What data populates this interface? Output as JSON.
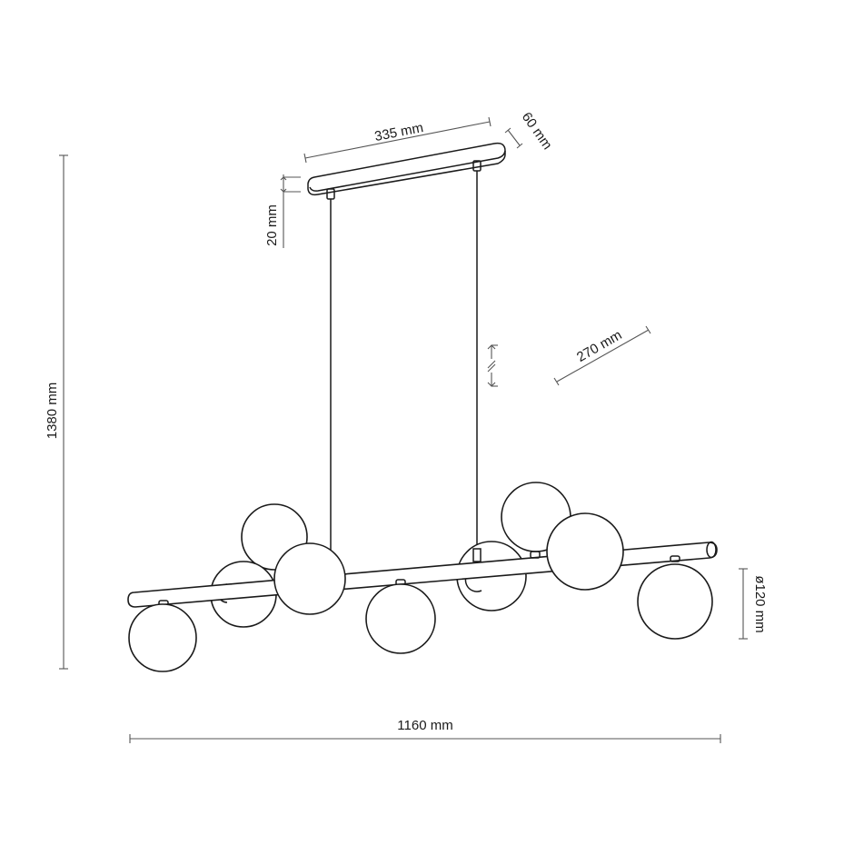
{
  "diagram": {
    "title": "Pendant lamp technical dimension drawing",
    "stroke_color": "#1a1a1a",
    "dimension_line_color": "#555555",
    "background": "#ffffff",
    "dimensions": {
      "canopy_length": "335 mm",
      "canopy_width": "60 mm",
      "canopy_height": "20 mm",
      "arm_spacing": "270 mm",
      "total_height": "1380 mm",
      "total_width": "1160 mm",
      "globe_diameter": "ø120 mm"
    },
    "components": {
      "canopy": "ceiling-canopy",
      "suspension_cables": 2,
      "globes": 9,
      "adjustable_height_marker": "height-adjust-arrows"
    }
  }
}
